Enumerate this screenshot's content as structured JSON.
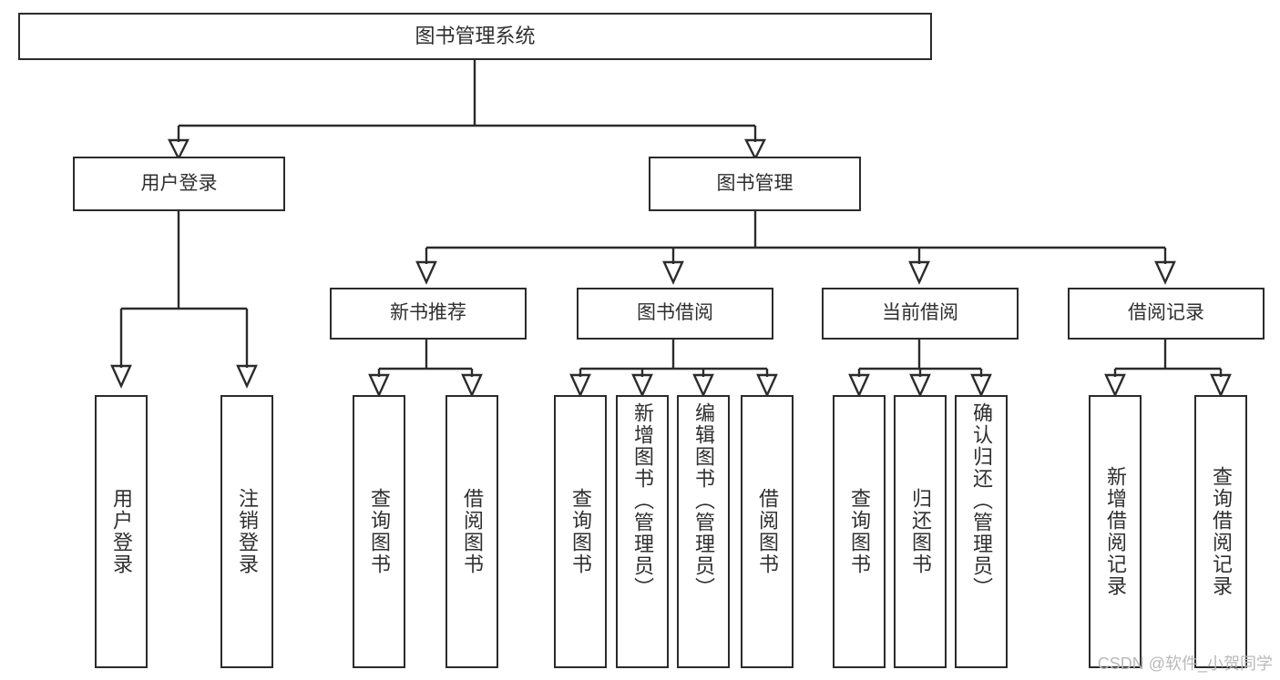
{
  "diagram": {
    "title": "图书管理系统",
    "watermark": "CSDN @软件_小贺同学",
    "colors": {
      "box_border": "#2b2b2b",
      "text": "#2f2f2f",
      "background": "#ffffff",
      "connector": "#2b2b2b",
      "watermark": "#b9b9b9"
    },
    "root": {
      "label": "图书管理系统"
    },
    "level2": [
      {
        "label": "用户登录"
      },
      {
        "label": "图书管理"
      }
    ],
    "level3": [
      {
        "label": "新书推荐"
      },
      {
        "label": "图书借阅"
      },
      {
        "label": "当前借阅"
      },
      {
        "label": "借阅记录"
      }
    ],
    "leaves": {
      "user_login": [
        {
          "label": "用户登录"
        },
        {
          "label": "注销登录"
        }
      ],
      "new_book": [
        {
          "label": "查询图书"
        },
        {
          "label": "借阅图书"
        }
      ],
      "book_borrow": [
        {
          "label": "查询图书"
        },
        {
          "label": "新增图书（管理员）"
        },
        {
          "label": "编辑图书（管理员）"
        },
        {
          "label": "借阅图书"
        }
      ],
      "current_borrow": [
        {
          "label": "查询图书"
        },
        {
          "label": "归还图书"
        },
        {
          "label": "确认归还（管理员）"
        }
      ],
      "borrow_record": [
        {
          "label": "新增借阅记录"
        },
        {
          "label": "查询借阅记录"
        }
      ]
    }
  }
}
